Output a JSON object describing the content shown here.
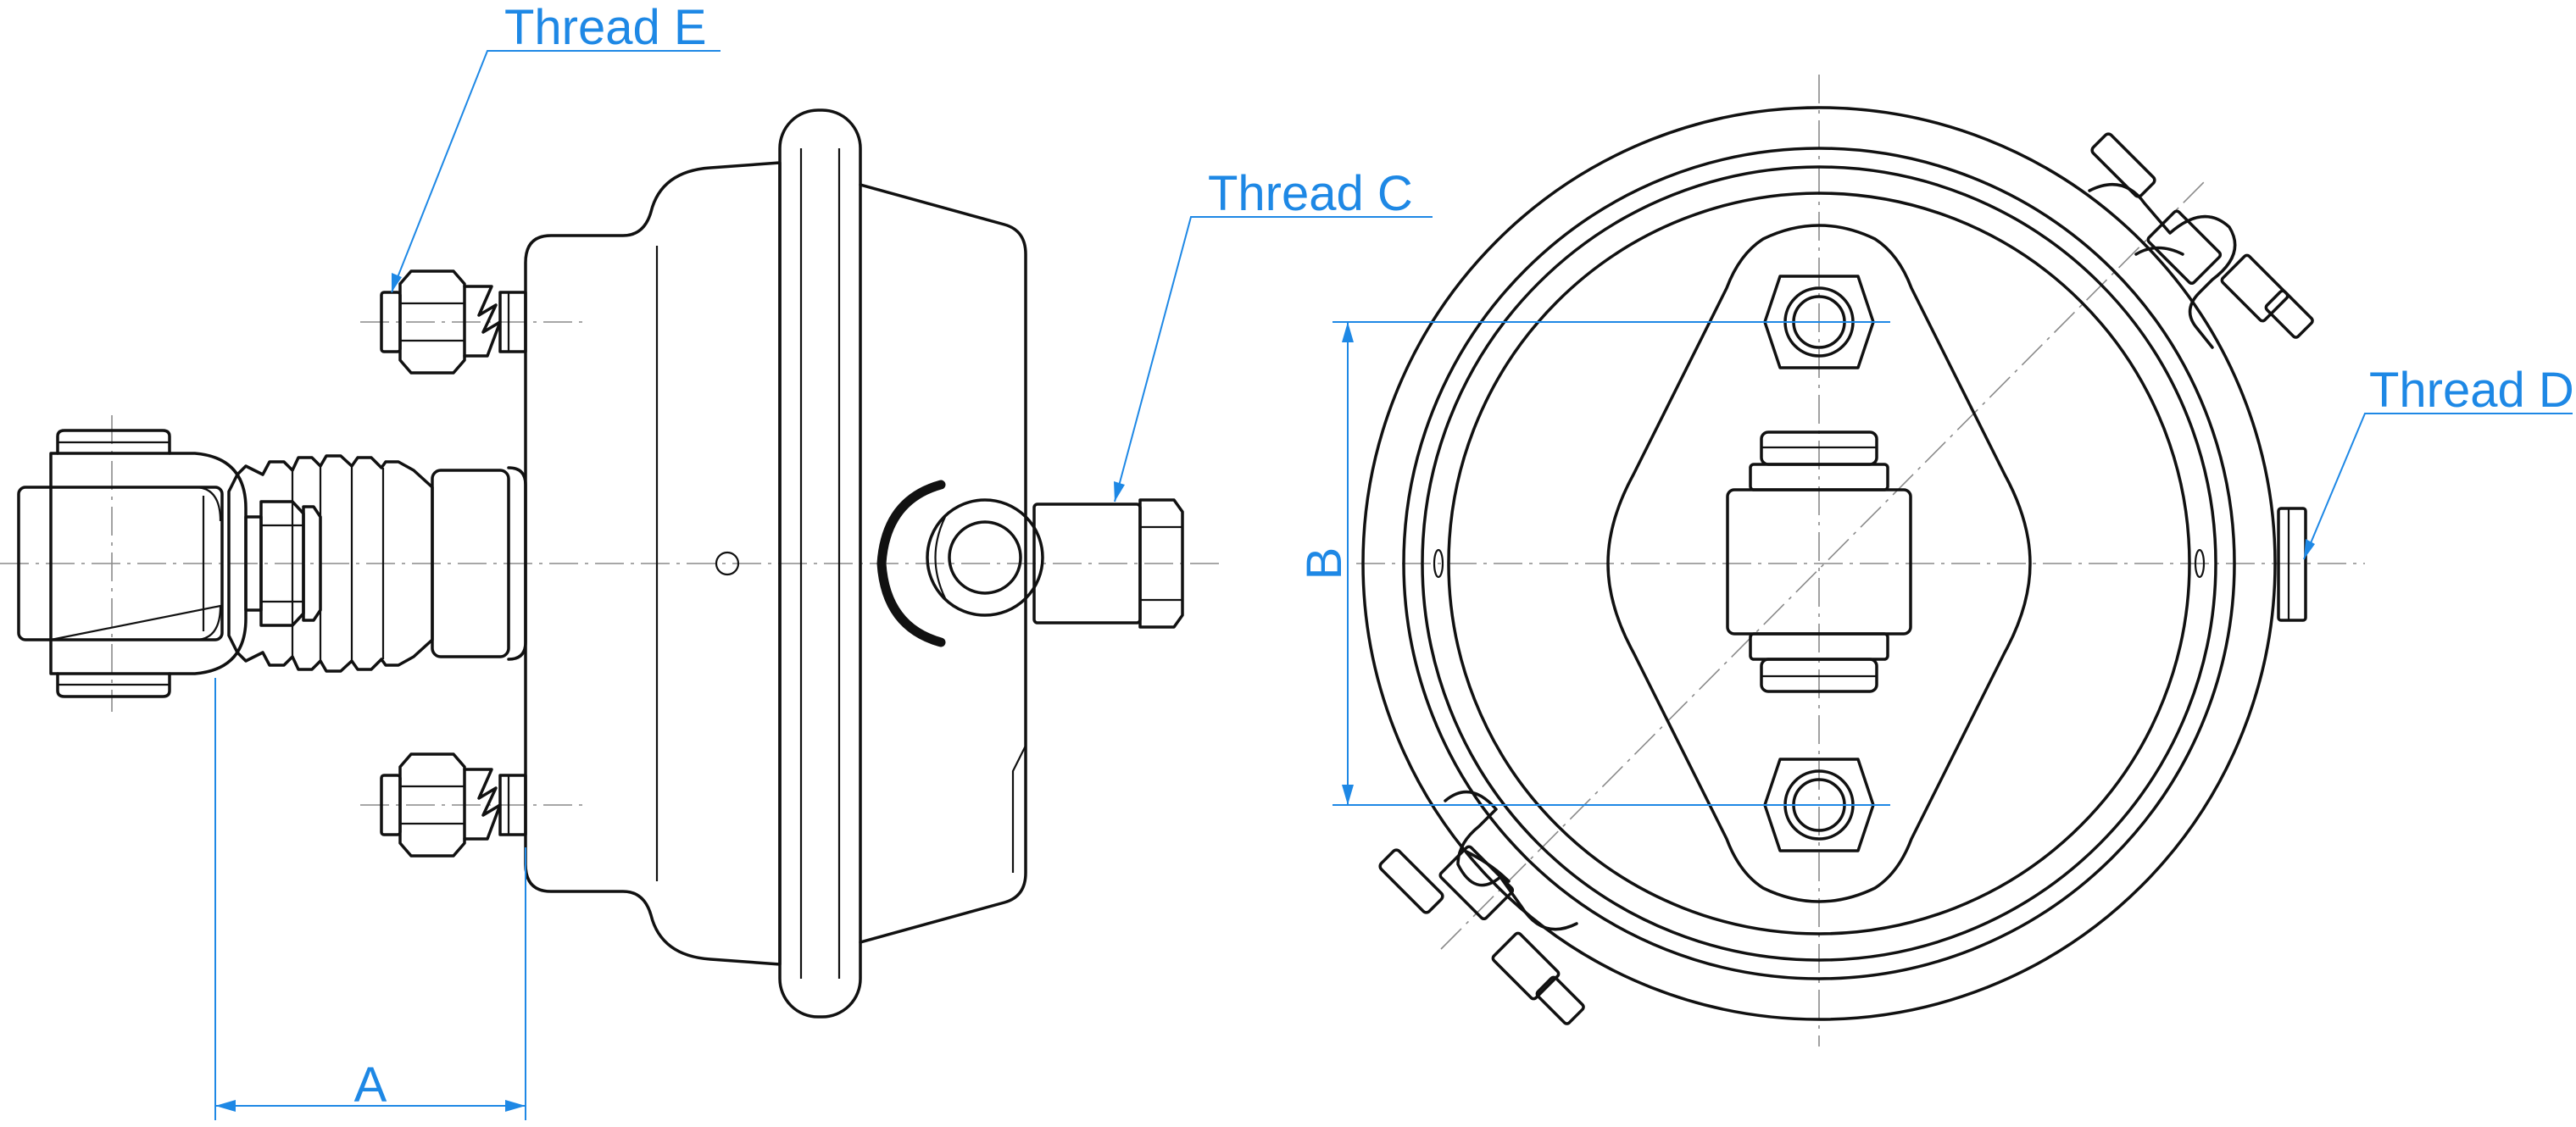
{
  "labels": {
    "thread_e": "Thread E",
    "thread_c": "Thread C",
    "thread_d": "Thread D",
    "dim_a": "A",
    "dim_b": "B"
  },
  "colors": {
    "line": "#111111",
    "dimension": "#1e88e5",
    "centerline": "#8a8a8a",
    "background": "#ffffff"
  }
}
